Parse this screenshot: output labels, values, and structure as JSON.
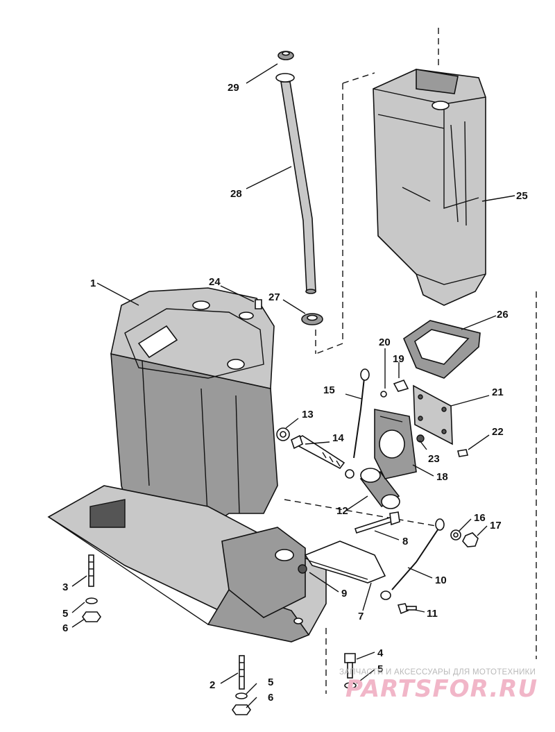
{
  "labels": [
    {
      "id": "1",
      "text": "1"
    },
    {
      "id": "2",
      "text": "2"
    },
    {
      "id": "3",
      "text": "3"
    },
    {
      "id": "4",
      "text": "4"
    },
    {
      "id": "5a",
      "text": "5"
    },
    {
      "id": "5b",
      "text": "5"
    },
    {
      "id": "5c",
      "text": "5"
    },
    {
      "id": "6a",
      "text": "6"
    },
    {
      "id": "6b",
      "text": "6"
    },
    {
      "id": "7",
      "text": "7"
    },
    {
      "id": "8",
      "text": "8"
    },
    {
      "id": "9",
      "text": "9"
    },
    {
      "id": "10",
      "text": "10"
    },
    {
      "id": "11",
      "text": "11"
    },
    {
      "id": "12",
      "text": "12"
    },
    {
      "id": "13",
      "text": "13"
    },
    {
      "id": "14",
      "text": "14"
    },
    {
      "id": "15",
      "text": "15"
    },
    {
      "id": "16",
      "text": "16"
    },
    {
      "id": "17",
      "text": "17"
    },
    {
      "id": "18",
      "text": "18"
    },
    {
      "id": "19",
      "text": "19"
    },
    {
      "id": "20",
      "text": "20"
    },
    {
      "id": "21",
      "text": "21"
    },
    {
      "id": "22",
      "text": "22"
    },
    {
      "id": "23",
      "text": "23"
    },
    {
      "id": "24",
      "text": "24"
    },
    {
      "id": "25",
      "text": "25"
    },
    {
      "id": "26",
      "text": "26"
    },
    {
      "id": "27",
      "text": "27"
    },
    {
      "id": "28",
      "text": "28"
    },
    {
      "id": "29",
      "text": "29"
    }
  ],
  "watermark": {
    "caption": "ЗАПЧАСТИ И АКСЕССУАРЫ ДЛЯ МОТОТЕХНИКИ",
    "logo": "PARTSFOR.RU"
  }
}
